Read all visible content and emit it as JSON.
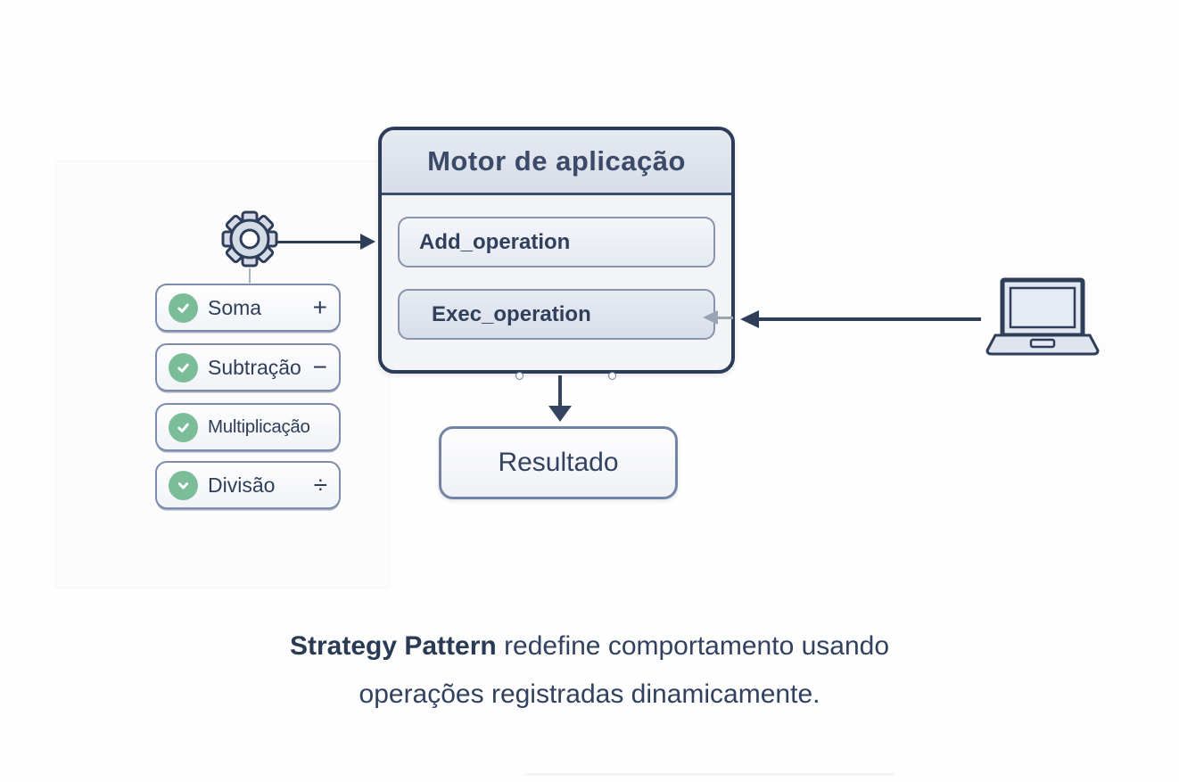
{
  "colors": {
    "navy": "#2e3e59",
    "text_dark": "#33435f",
    "green_check": "#7abd98",
    "border_blue": "#7e8aa8",
    "header_bg": "#dde3ec"
  },
  "engine": {
    "title": "Motor de aplicação",
    "methods": [
      {
        "label": "Add_operation"
      },
      {
        "label": "Exec_operation"
      }
    ]
  },
  "operations": [
    {
      "label": "Soma",
      "symbol": "+",
      "icon": "check"
    },
    {
      "label": "Subtração",
      "symbol": "−",
      "icon": "check"
    },
    {
      "label": "Multiplicação",
      "symbol": "",
      "icon": "check"
    },
    {
      "label": "Divisão",
      "symbol": "÷",
      "icon": "chevron-down"
    }
  ],
  "result": {
    "label": "Resultado"
  },
  "icons": {
    "gear": "gear-icon",
    "laptop": "laptop-icon",
    "check": "check-icon",
    "chevron": "chevron-down-icon"
  },
  "caption": {
    "line1_bold": "Strategy Pattern",
    "line1_rest": " redefine comportamento usando",
    "line2": "operações registradas dinamicamente."
  }
}
